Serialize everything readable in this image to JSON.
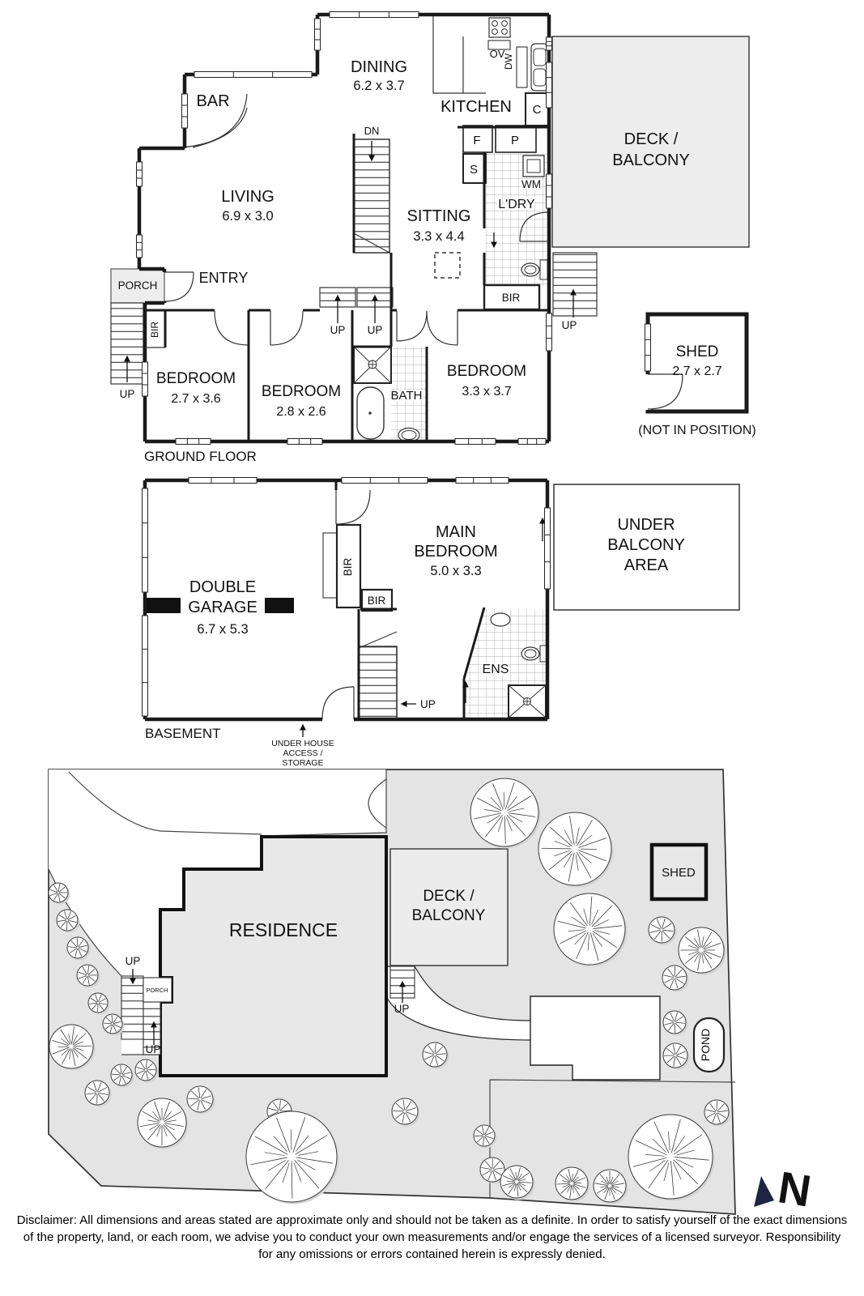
{
  "ground_floor": {
    "section_label": "GROUND FLOOR",
    "bar": "BAR",
    "dining": "DINING",
    "dining_dims": "6.2 x 3.7",
    "kitchen": "KITCHEN",
    "living": "LIVING",
    "living_dims": "6.9 x 3.0",
    "sitting": "SITTING",
    "sitting_dims": "3.3 x 4.4",
    "entry": "ENTRY",
    "porch": "PORCH",
    "deck_line1": "DECK /",
    "deck_line2": "BALCONY",
    "laundry": "L'DRY",
    "bath": "BATH",
    "bedroom1": "BEDROOM",
    "bedroom1_dims": "2.7 x 3.6",
    "bedroom2": "BEDROOM",
    "bedroom2_dims": "2.8 x 2.6",
    "bedroom3": "BEDROOM",
    "bedroom3_dims": "3.3 x 3.7",
    "appliances": {
      "oven": "OV",
      "dishwasher": "DW",
      "cupboard": "C",
      "fridge": "F",
      "pantry": "P",
      "store": "S",
      "washing_machine": "WM"
    },
    "stairs": {
      "down": "DN",
      "up": "UP"
    },
    "robe": "BIR",
    "shed": {
      "name": "SHED",
      "dims": "2.7 x 2.7",
      "note": "(NOT IN POSITION)"
    }
  },
  "basement": {
    "section_label": "BASEMENT",
    "garage_line1": "DOUBLE",
    "garage_line2": "GARAGE",
    "garage_dims": "6.7 x 5.3",
    "main_bedroom_line1": "MAIN",
    "main_bedroom_line2": "BEDROOM",
    "main_bedroom_dims": "5.0 x 3.3",
    "under_balcony_line1": "UNDER",
    "under_balcony_line2": "BALCONY",
    "under_balcony_line3": "AREA",
    "ensuite": "ENS",
    "robe": "BIR",
    "up": "UP",
    "under_house_line1": "UNDER HOUSE",
    "under_house_line2": "ACCESS /",
    "under_house_line3": "STORAGE"
  },
  "site_plan": {
    "residence": "RESIDENCE",
    "deck_line1": "DECK /",
    "deck_line2": "BALCONY",
    "porch": "PORCH",
    "shed": "SHED",
    "pond": "POND",
    "up": "UP",
    "north": "N"
  },
  "disclaimer": {
    "line1": "Disclaimer: All dimensions and areas stated are approximate only and should not be taken as a definite. In order to satisfy yourself of the exact dimensions",
    "line2": "of the property, land, or each room, we advise you to conduct your own measurements and/or engage the services of a licensed surveyor. Responsibility",
    "line3": "for any omissions or errors contained herein is expressly denied."
  }
}
